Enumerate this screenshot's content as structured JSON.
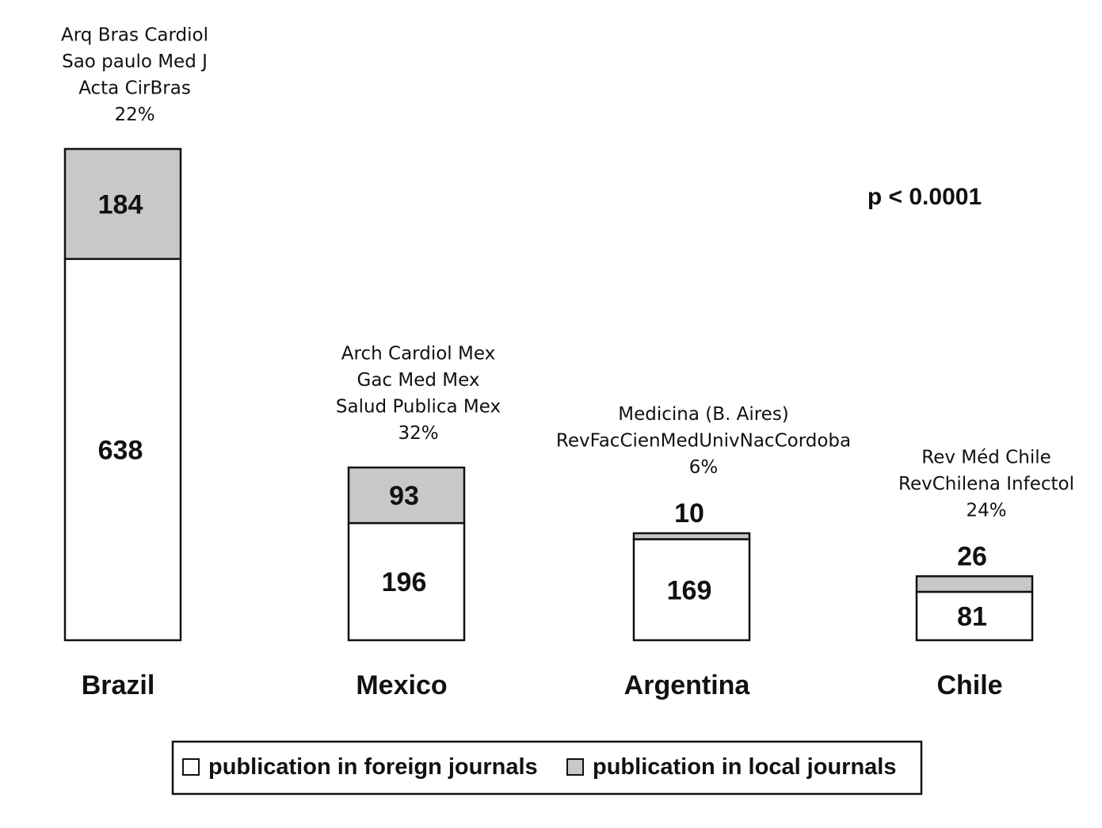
{
  "chart_data": {
    "type": "bar",
    "stacked": true,
    "categories": [
      "Brazil",
      "Mexico",
      "Argentina",
      "Chile"
    ],
    "series": [
      {
        "key": "foreign",
        "name": "publication in foreign journals",
        "values": [
          638,
          196,
          169,
          81
        ],
        "color": "#ffffff"
      },
      {
        "key": "local",
        "name": "publication in local journals",
        "values": [
          184,
          93,
          10,
          26
        ],
        "color": "#c8c8c8"
      }
    ],
    "local_journals": [
      {
        "journals": [
          "Arq Bras Cardiol",
          "Sao paulo Med J",
          "Acta CirBras"
        ],
        "percent": "22%"
      },
      {
        "journals": [
          "Arch Cardiol Mex",
          "Gac Med Mex",
          "Salud Publica Mex"
        ],
        "percent": "32%"
      },
      {
        "journals": [
          "Medicina (B. Aires)",
          "RevFacCienMedUnivNacCordoba"
        ],
        "percent": "6%"
      },
      {
        "journals": [
          "Rev Méd Chile",
          "RevChilena Infectol"
        ],
        "percent": "24%"
      }
    ],
    "annotation": "p < 0.0001",
    "title": "",
    "xlabel": "",
    "ylabel": "",
    "grid": false,
    "legend_position": "bottom",
    "ylim": [
      0,
      822
    ]
  }
}
